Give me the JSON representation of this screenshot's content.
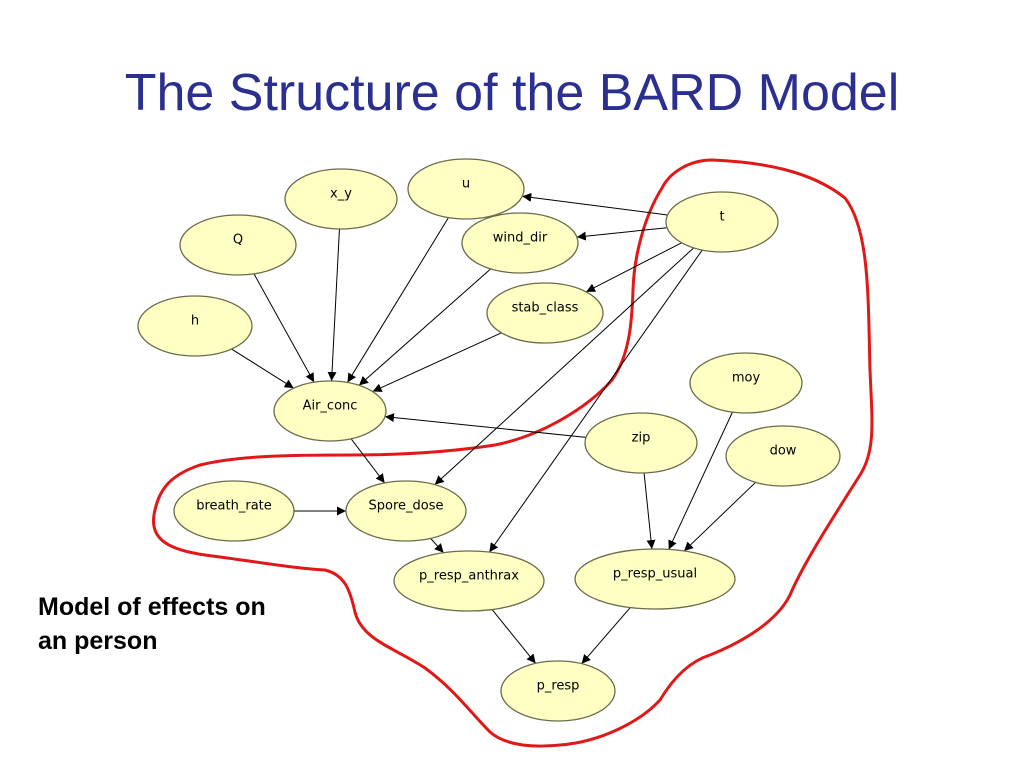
{
  "slide": {
    "title": "The Structure of the BARD Model",
    "caption_lines": [
      "Model of effects on",
      "an person"
    ]
  },
  "diagram": {
    "nodes": [
      {
        "id": "x_y",
        "label": "x_y"
      },
      {
        "id": "u",
        "label": "u"
      },
      {
        "id": "t",
        "label": "t"
      },
      {
        "id": "Q",
        "label": "Q"
      },
      {
        "id": "wind_dir",
        "label": "wind_dir"
      },
      {
        "id": "stab_class",
        "label": "stab_class"
      },
      {
        "id": "h",
        "label": "h"
      },
      {
        "id": "Air_conc",
        "label": "Air_conc"
      },
      {
        "id": "moy",
        "label": "moy"
      },
      {
        "id": "zip",
        "label": "zip"
      },
      {
        "id": "dow",
        "label": "dow"
      },
      {
        "id": "breath_rate",
        "label": "breath_rate"
      },
      {
        "id": "Spore_dose",
        "label": "Spore_dose"
      },
      {
        "id": "p_resp_anthrax",
        "label": "p_resp_anthrax"
      },
      {
        "id": "p_resp_usual",
        "label": "p_resp_usual"
      },
      {
        "id": "p_resp",
        "label": "p_resp"
      }
    ],
    "edges": [
      {
        "from": "t",
        "to": "u"
      },
      {
        "from": "t",
        "to": "wind_dir"
      },
      {
        "from": "t",
        "to": "stab_class"
      },
      {
        "from": "t",
        "to": "Spore_dose"
      },
      {
        "from": "t",
        "to": "p_resp_anthrax"
      },
      {
        "from": "x_y",
        "to": "Air_conc"
      },
      {
        "from": "u",
        "to": "Air_conc"
      },
      {
        "from": "Q",
        "to": "Air_conc"
      },
      {
        "from": "wind_dir",
        "to": "Air_conc"
      },
      {
        "from": "stab_class",
        "to": "Air_conc"
      },
      {
        "from": "h",
        "to": "Air_conc"
      },
      {
        "from": "zip",
        "to": "Air_conc"
      },
      {
        "from": "Air_conc",
        "to": "Spore_dose"
      },
      {
        "from": "breath_rate",
        "to": "Spore_dose"
      },
      {
        "from": "Spore_dose",
        "to": "p_resp_anthrax"
      },
      {
        "from": "zip",
        "to": "p_resp_usual"
      },
      {
        "from": "moy",
        "to": "p_resp_usual"
      },
      {
        "from": "dow",
        "to": "p_resp_usual"
      },
      {
        "from": "p_resp_anthrax",
        "to": "p_resp"
      },
      {
        "from": "p_resp_usual",
        "to": "p_resp"
      }
    ],
    "colors": {
      "node_fill": "#ffffc4",
      "boundary": "#e01818",
      "title": "#2b2f8f"
    }
  }
}
